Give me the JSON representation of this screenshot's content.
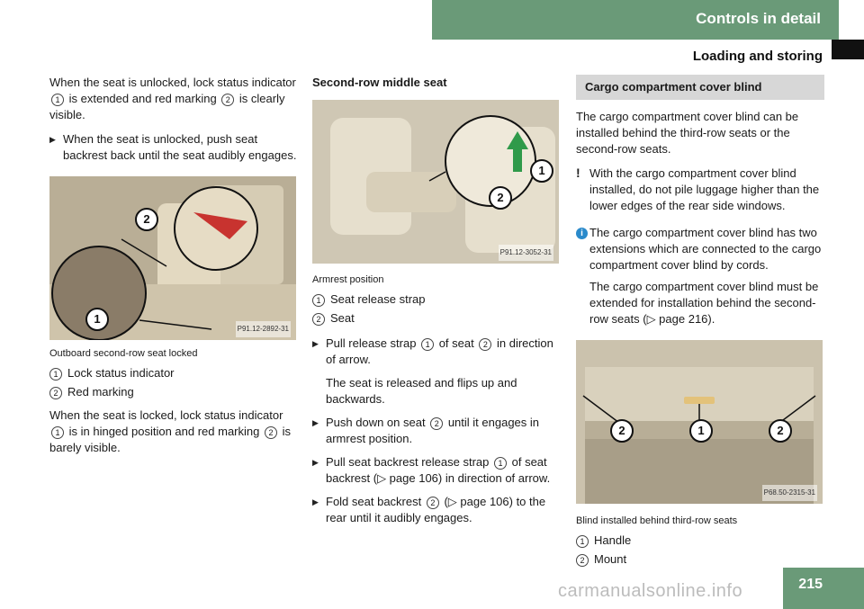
{
  "header": {
    "section": "Controls in detail",
    "subsection": "Loading and storing"
  },
  "page_number": "215",
  "watermark": "carmanualsonline.info",
  "col1": {
    "intro": {
      "a": "When the seat is unlocked, lock status indicator",
      "n1": "1",
      "b": "is extended and red marking",
      "n2": "2",
      "c": "is clearly visible."
    },
    "step1": "When the seat is unlocked, push seat backrest back until the seat audibly engages.",
    "fig_ref": "P91.12-2892-31",
    "caption": "Outboard second-row seat locked",
    "legend": [
      {
        "n": "1",
        "label": "Lock status indicator"
      },
      {
        "n": "2",
        "label": "Red marking"
      }
    ],
    "outro": {
      "a": "When the seat is locked, lock status indicator",
      "n1": "1",
      "b": "is in hinged position and red marking",
      "n2": "2",
      "c": "is barely visible."
    }
  },
  "col2": {
    "heading": "Second-row middle seat",
    "fig_ref": "P91.12-3052-31",
    "caption": "Armrest position",
    "legend": [
      {
        "n": "1",
        "label": "Seat release strap"
      },
      {
        "n": "2",
        "label": "Seat"
      }
    ],
    "step1": {
      "a": "Pull release strap",
      "n1": "1",
      "b": "of seat",
      "n2": "2",
      "c": "in direction of arrow."
    },
    "step1_note": "The seat is released and flips up and backwards.",
    "step2": {
      "a": "Push down on seat",
      "n": "2",
      "b": "until it engages in armrest position."
    },
    "step3": {
      "a": "Pull seat backrest release strap",
      "n": "1",
      "b": "of seat backrest (▷ page 106) in direction of arrow."
    },
    "step4": {
      "a": "Fold seat backrest",
      "n": "2",
      "b": "(▷ page 106) to the rear until it audibly engages."
    }
  },
  "col3": {
    "section_title": "Cargo compartment cover blind",
    "intro": "The cargo compartment cover blind can be installed behind the third-row seats or the second-row seats.",
    "warning_mark": "!",
    "warning": "With the cargo compartment cover blind installed, do not pile luggage higher than the lower edges of the rear side windows.",
    "info_mark": "i",
    "info1": "The cargo compartment cover blind has two extensions which are connected to the cargo compartment cover blind by cords.",
    "info2": "The cargo compartment cover blind must be extended for installation behind the second-row seats (▷ page 216).",
    "fig_ref": "P68.50-2315-31",
    "caption": "Blind installed behind third-row seats",
    "legend": [
      {
        "n": "1",
        "label": "Handle"
      },
      {
        "n": "2",
        "label": "Mount"
      }
    ]
  },
  "colors": {
    "accent": "#6a9a78",
    "section_bar": "#d7d7d7",
    "info_icon": "#2a8acb"
  }
}
